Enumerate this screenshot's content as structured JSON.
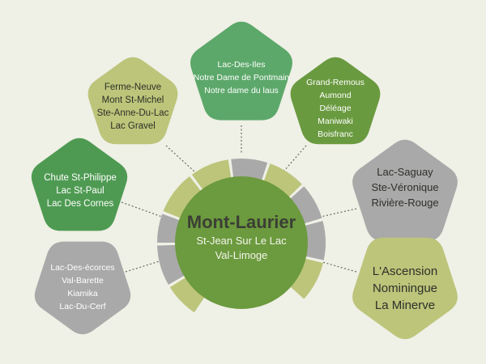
{
  "colors": {
    "background": "#eff0e6",
    "dark_green": "#6a9a3f",
    "mid_green": "#5ca86a",
    "forest_green": "#4e9a52",
    "olive": "#bcc57a",
    "grey": "#a9a9a9",
    "center": "#6c9a3e"
  },
  "center": {
    "title": "Mont-Laurier",
    "lines": [
      "St-Jean Sur Le Lac",
      "Val-Limoge"
    ]
  },
  "nodes": [
    {
      "id": "top",
      "lines": [
        "Lac-Des-Iles",
        "Notre Dame de Pontmain",
        "Notre dame du laus"
      ]
    },
    {
      "id": "upper-left",
      "lines": [
        "Ferme-Neuve",
        "Mont St-Michel",
        "Ste-Anne-Du-Lac",
        "Lac Gravel"
      ]
    },
    {
      "id": "upper-right",
      "lines": [
        "Grand-Remous",
        "Aumond",
        "Déléage",
        "Maniwaki",
        "Boisfranc"
      ]
    },
    {
      "id": "mid-left",
      "lines": [
        "Chute St-Philippe",
        "Lac St-Paul",
        "Lac Des Cornes"
      ]
    },
    {
      "id": "mid-right",
      "lines": [
        "Lac-Saguay",
        "Ste-Véronique",
        "Rivière-Rouge"
      ]
    },
    {
      "id": "lower-left",
      "lines": [
        "Lac-Des-écorces",
        "Val-Barette",
        "Kiamika",
        "Lac-Du-Cerf"
      ]
    },
    {
      "id": "lower-right",
      "lines": [
        "L'Ascension",
        "Nominingue",
        "La Minerve"
      ]
    }
  ]
}
